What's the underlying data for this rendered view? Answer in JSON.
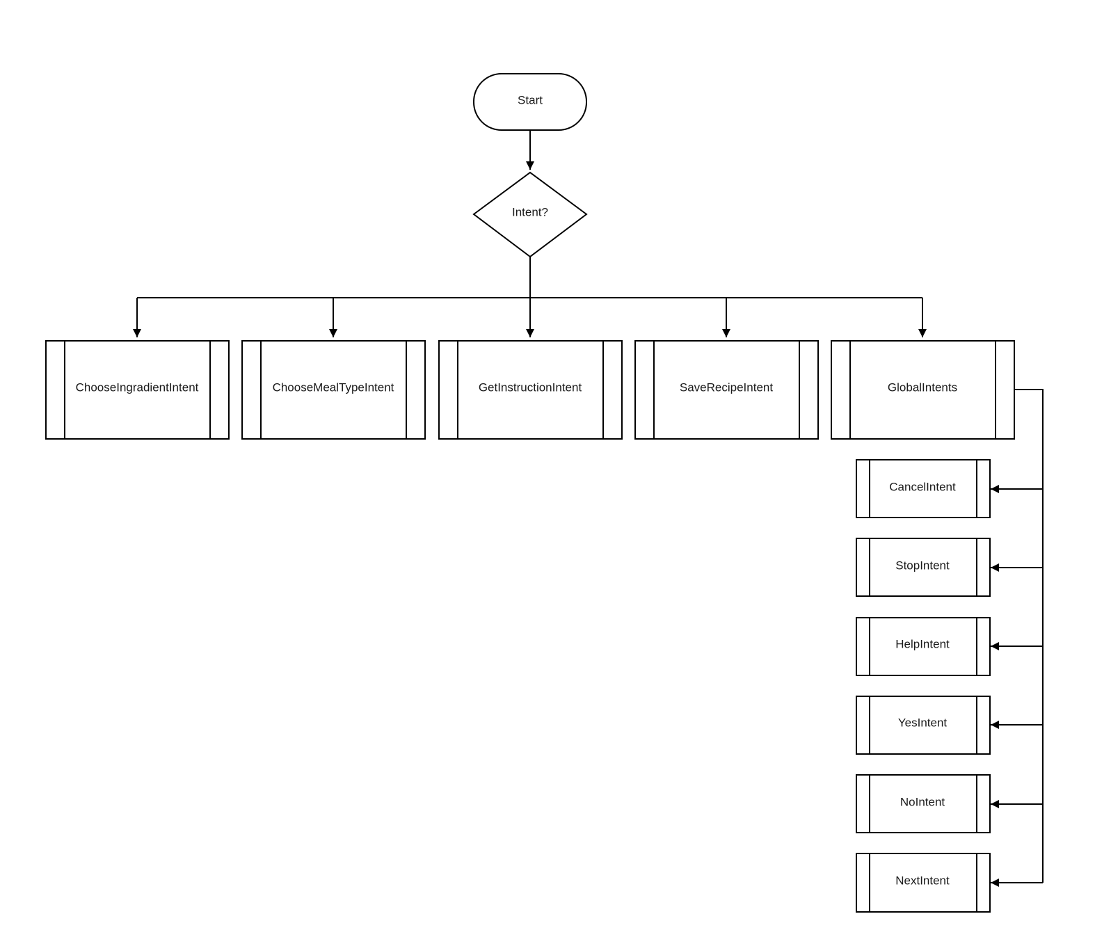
{
  "diagram": {
    "nodes": {
      "start": "Start",
      "decision": "Intent?",
      "choose_ingradient": "ChooseIngradientIntent",
      "choose_meal_type": "ChooseMealTypeIntent",
      "get_instruction": "GetInstructionIntent",
      "save_recipe": "SaveRecipeIntent",
      "global_intents": "GlobalIntents",
      "cancel": "CancelIntent",
      "stop": "StopIntent",
      "help": "HelpIntent",
      "yes": "YesIntent",
      "no": "NoIntent",
      "next": "NextIntent"
    },
    "edges": [
      {
        "from": "start",
        "to": "decision"
      },
      {
        "from": "decision",
        "to": "choose_ingradient"
      },
      {
        "from": "decision",
        "to": "choose_meal_type"
      },
      {
        "from": "decision",
        "to": "get_instruction"
      },
      {
        "from": "decision",
        "to": "save_recipe"
      },
      {
        "from": "decision",
        "to": "global_intents"
      },
      {
        "from": "global_intents",
        "to": "cancel"
      },
      {
        "from": "global_intents",
        "to": "stop"
      },
      {
        "from": "global_intents",
        "to": "help"
      },
      {
        "from": "global_intents",
        "to": "yes"
      },
      {
        "from": "global_intents",
        "to": "no"
      },
      {
        "from": "global_intents",
        "to": "next"
      }
    ]
  }
}
